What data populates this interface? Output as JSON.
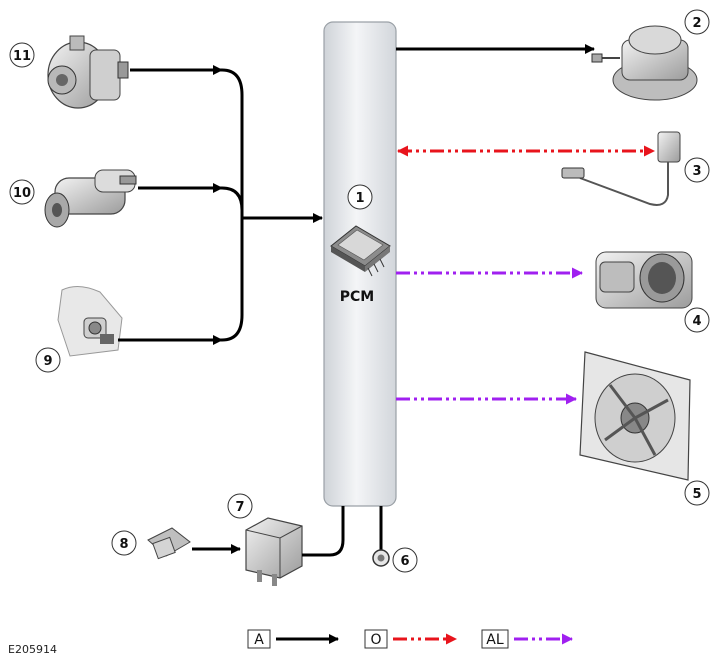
{
  "module": {
    "label": "PCM",
    "callout": "1"
  },
  "callouts": {
    "c2": "2",
    "c3": "3",
    "c4": "4",
    "c5": "5",
    "c6": "6",
    "c7": "7",
    "c8": "8",
    "c9": "9",
    "c10": "10",
    "c11": "11"
  },
  "legend": [
    {
      "code": "A",
      "color": "#000000"
    },
    {
      "code": "O",
      "color": "#e8141c"
    },
    {
      "code": "AL",
      "color": "#a020f0"
    }
  ],
  "reference": "E205914"
}
